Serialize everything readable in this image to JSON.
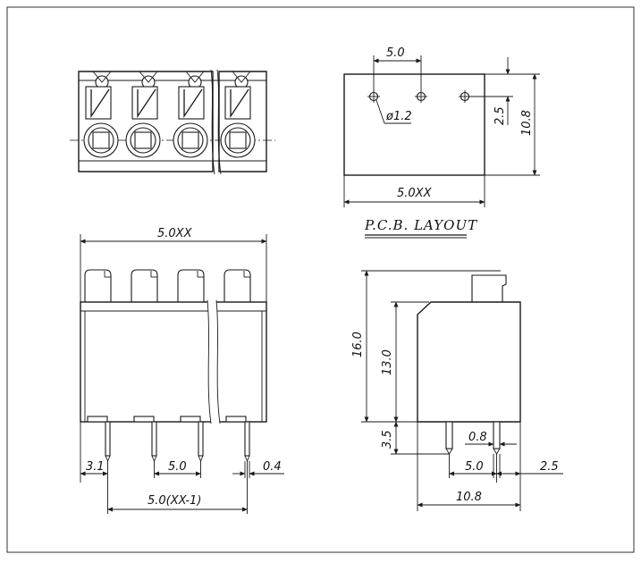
{
  "diagram": {
    "pcb_title": "P.C.B. LAYOUT",
    "pcb_layout": {
      "pitch": "5.0",
      "hole": "ø1.2",
      "offset": "2.5",
      "depth": "10.8",
      "width": "5.0XX"
    },
    "front_view": {
      "width": "5.0XX",
      "edge": "3.1",
      "pitch": "5.0",
      "pin": "0.4",
      "span": "5.0(XX-1)"
    },
    "side_view": {
      "height": "16.0",
      "body": "13.0",
      "pin_length": "3.5",
      "pin": "0.8",
      "pitch": "5.0",
      "offset": "2.5",
      "depth": "10.8"
    }
  }
}
